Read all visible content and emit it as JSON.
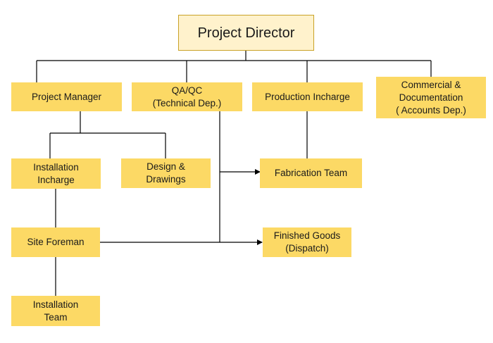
{
  "diagram": {
    "nodes": {
      "director": {
        "lines": [
          "Project Director"
        ]
      },
      "project_manager": {
        "lines": [
          "Project Manager"
        ]
      },
      "qaqc": {
        "lines": [
          "QA/QC",
          "(Technical Dep.)"
        ]
      },
      "production": {
        "lines": [
          "Production Incharge"
        ]
      },
      "commercial": {
        "lines": [
          "Commercial &",
          "Documentation",
          "( Accounts Dep.)"
        ]
      },
      "installation_incharge": {
        "lines": [
          "Installation",
          "Incharge"
        ]
      },
      "design": {
        "lines": [
          "Design &",
          "Drawings"
        ]
      },
      "fabrication": {
        "lines": [
          "Fabrication Team"
        ]
      },
      "site_foreman": {
        "lines": [
          "Site Foreman"
        ]
      },
      "finished_goods": {
        "lines": [
          "Finished Goods",
          "(Dispatch)"
        ]
      },
      "installation_team": {
        "lines": [
          "Installation",
          "Team"
        ]
      }
    },
    "colors": {
      "box_fill": "#fcd965",
      "director_fill": "#fff2cc",
      "director_border": "#c9a227",
      "connector": "#000000"
    }
  }
}
